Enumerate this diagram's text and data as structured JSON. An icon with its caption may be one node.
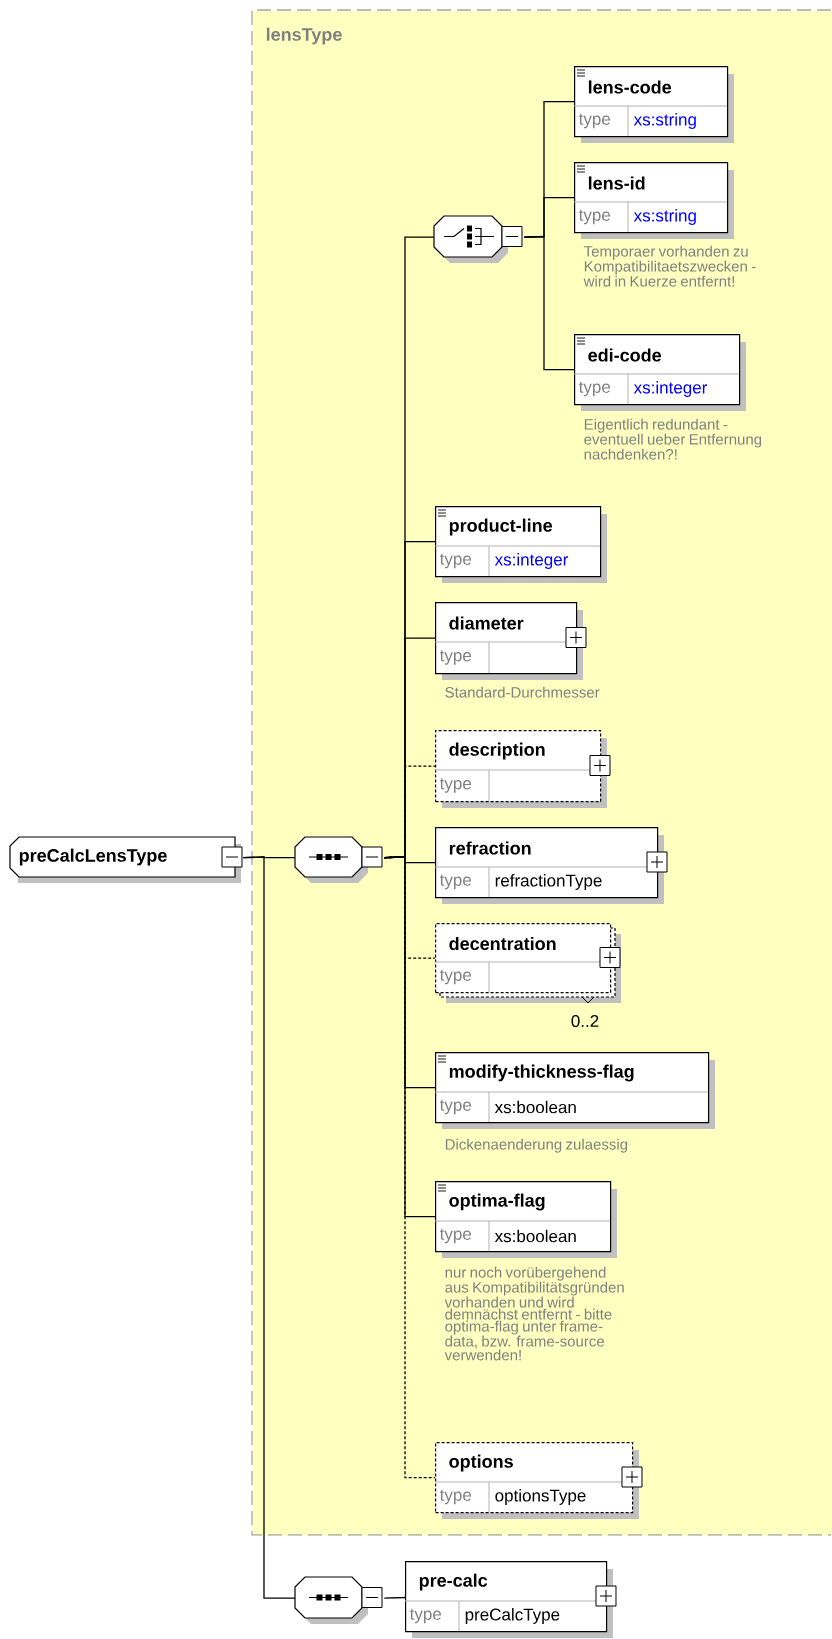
{
  "diagram": {
    "nodes": [
      {
        "text": [
          "lensType"
        ]
      },
      {
        "text": [
          "preCalcLensType"
        ]
      },
      {
        "text": [],
        "shape": "octagon",
        "in": 0
      },
      {
        "text": [],
        "shape": "octagon",
        "in": 0
      },
      {
        "text": [
          "lens-code",
          "type",
          "xs:string"
        ],
        "in": 0
      },
      {
        "text": [
          "lens-id",
          "type",
          "xs:string"
        ],
        "in": 0,
        "beside": [
          "Temporaer vorhanden zu Kompatibilitaetszwecken - wird in Kuerze entfernt!"
        ]
      },
      {
        "text": [
          "edi-code",
          "type",
          "xs:integer"
        ],
        "in": 0,
        "beside": [
          "Eigentlich redundant - eventuell ueber Entfernung nachdenken?!"
        ]
      },
      {
        "text": [
          "product-line",
          "type",
          "xs:integer"
        ],
        "in": 0
      },
      {
        "text": [
          "diameter",
          "type"
        ],
        "in": 0,
        "beside": [
          "Standard-Durchmesser"
        ]
      },
      {
        "text": [
          "description",
          "type"
        ],
        "in": 0
      },
      {
        "text": [
          "refraction",
          "type",
          "refractionType"
        ],
        "in": 0
      },
      {
        "text": [
          "decentration",
          "type"
        ],
        "in": 0,
        "beside": [
          "0..2"
        ]
      },
      {
        "text": [
          "modify-thickness-flag",
          "type",
          "xs:boolean"
        ],
        "in": 0,
        "beside": [
          "Dickenaenderung zulaessig"
        ]
      },
      {
        "text": [
          "optima-flag",
          "type",
          "xs:boolean"
        ],
        "in": 0,
        "beside": [
          "nur noch vorübergehend aus Kompatibilitätsgründen vorhanden und wird demnächst entfernt - bitte optima-flag unter frame-data, bzw. frame-source verwenden!"
        ]
      },
      {
        "text": [
          "options",
          "type",
          "optionsType"
        ],
        "in": 0
      },
      {
        "text": [],
        "shape": "octagon"
      },
      {
        "text": [
          "pre-calc",
          "type",
          "preCalcType"
        ]
      }
    ],
    "edges": [
      {
        "from": 1,
        "to": 2,
        "arrow": "none"
      },
      {
        "from": 1,
        "to": 15,
        "arrow": "none"
      },
      {
        "from": 2,
        "to": 3,
        "arrow": "none"
      },
      {
        "from": 3,
        "to": 4,
        "arrow": "none"
      },
      {
        "from": 3,
        "to": 5,
        "arrow": "none"
      },
      {
        "from": 3,
        "to": 6,
        "arrow": "none"
      },
      {
        "from": 2,
        "to": 7,
        "arrow": "none"
      },
      {
        "from": 2,
        "to": 8,
        "arrow": "none"
      },
      {
        "from": 2,
        "to": 9,
        "arrow": "none",
        "style": "dashed"
      },
      {
        "from": 2,
        "to": 10,
        "arrow": "none"
      },
      {
        "from": 2,
        "to": 11,
        "arrow": "none",
        "style": "dashed"
      },
      {
        "from": 2,
        "to": 12,
        "arrow": "none"
      },
      {
        "from": 2,
        "to": 13,
        "arrow": "none"
      },
      {
        "from": 2,
        "to": 14,
        "arrow": "none",
        "style": "dashed"
      },
      {
        "from": 15,
        "to": 16,
        "arrow": "none"
      }
    ]
  }
}
